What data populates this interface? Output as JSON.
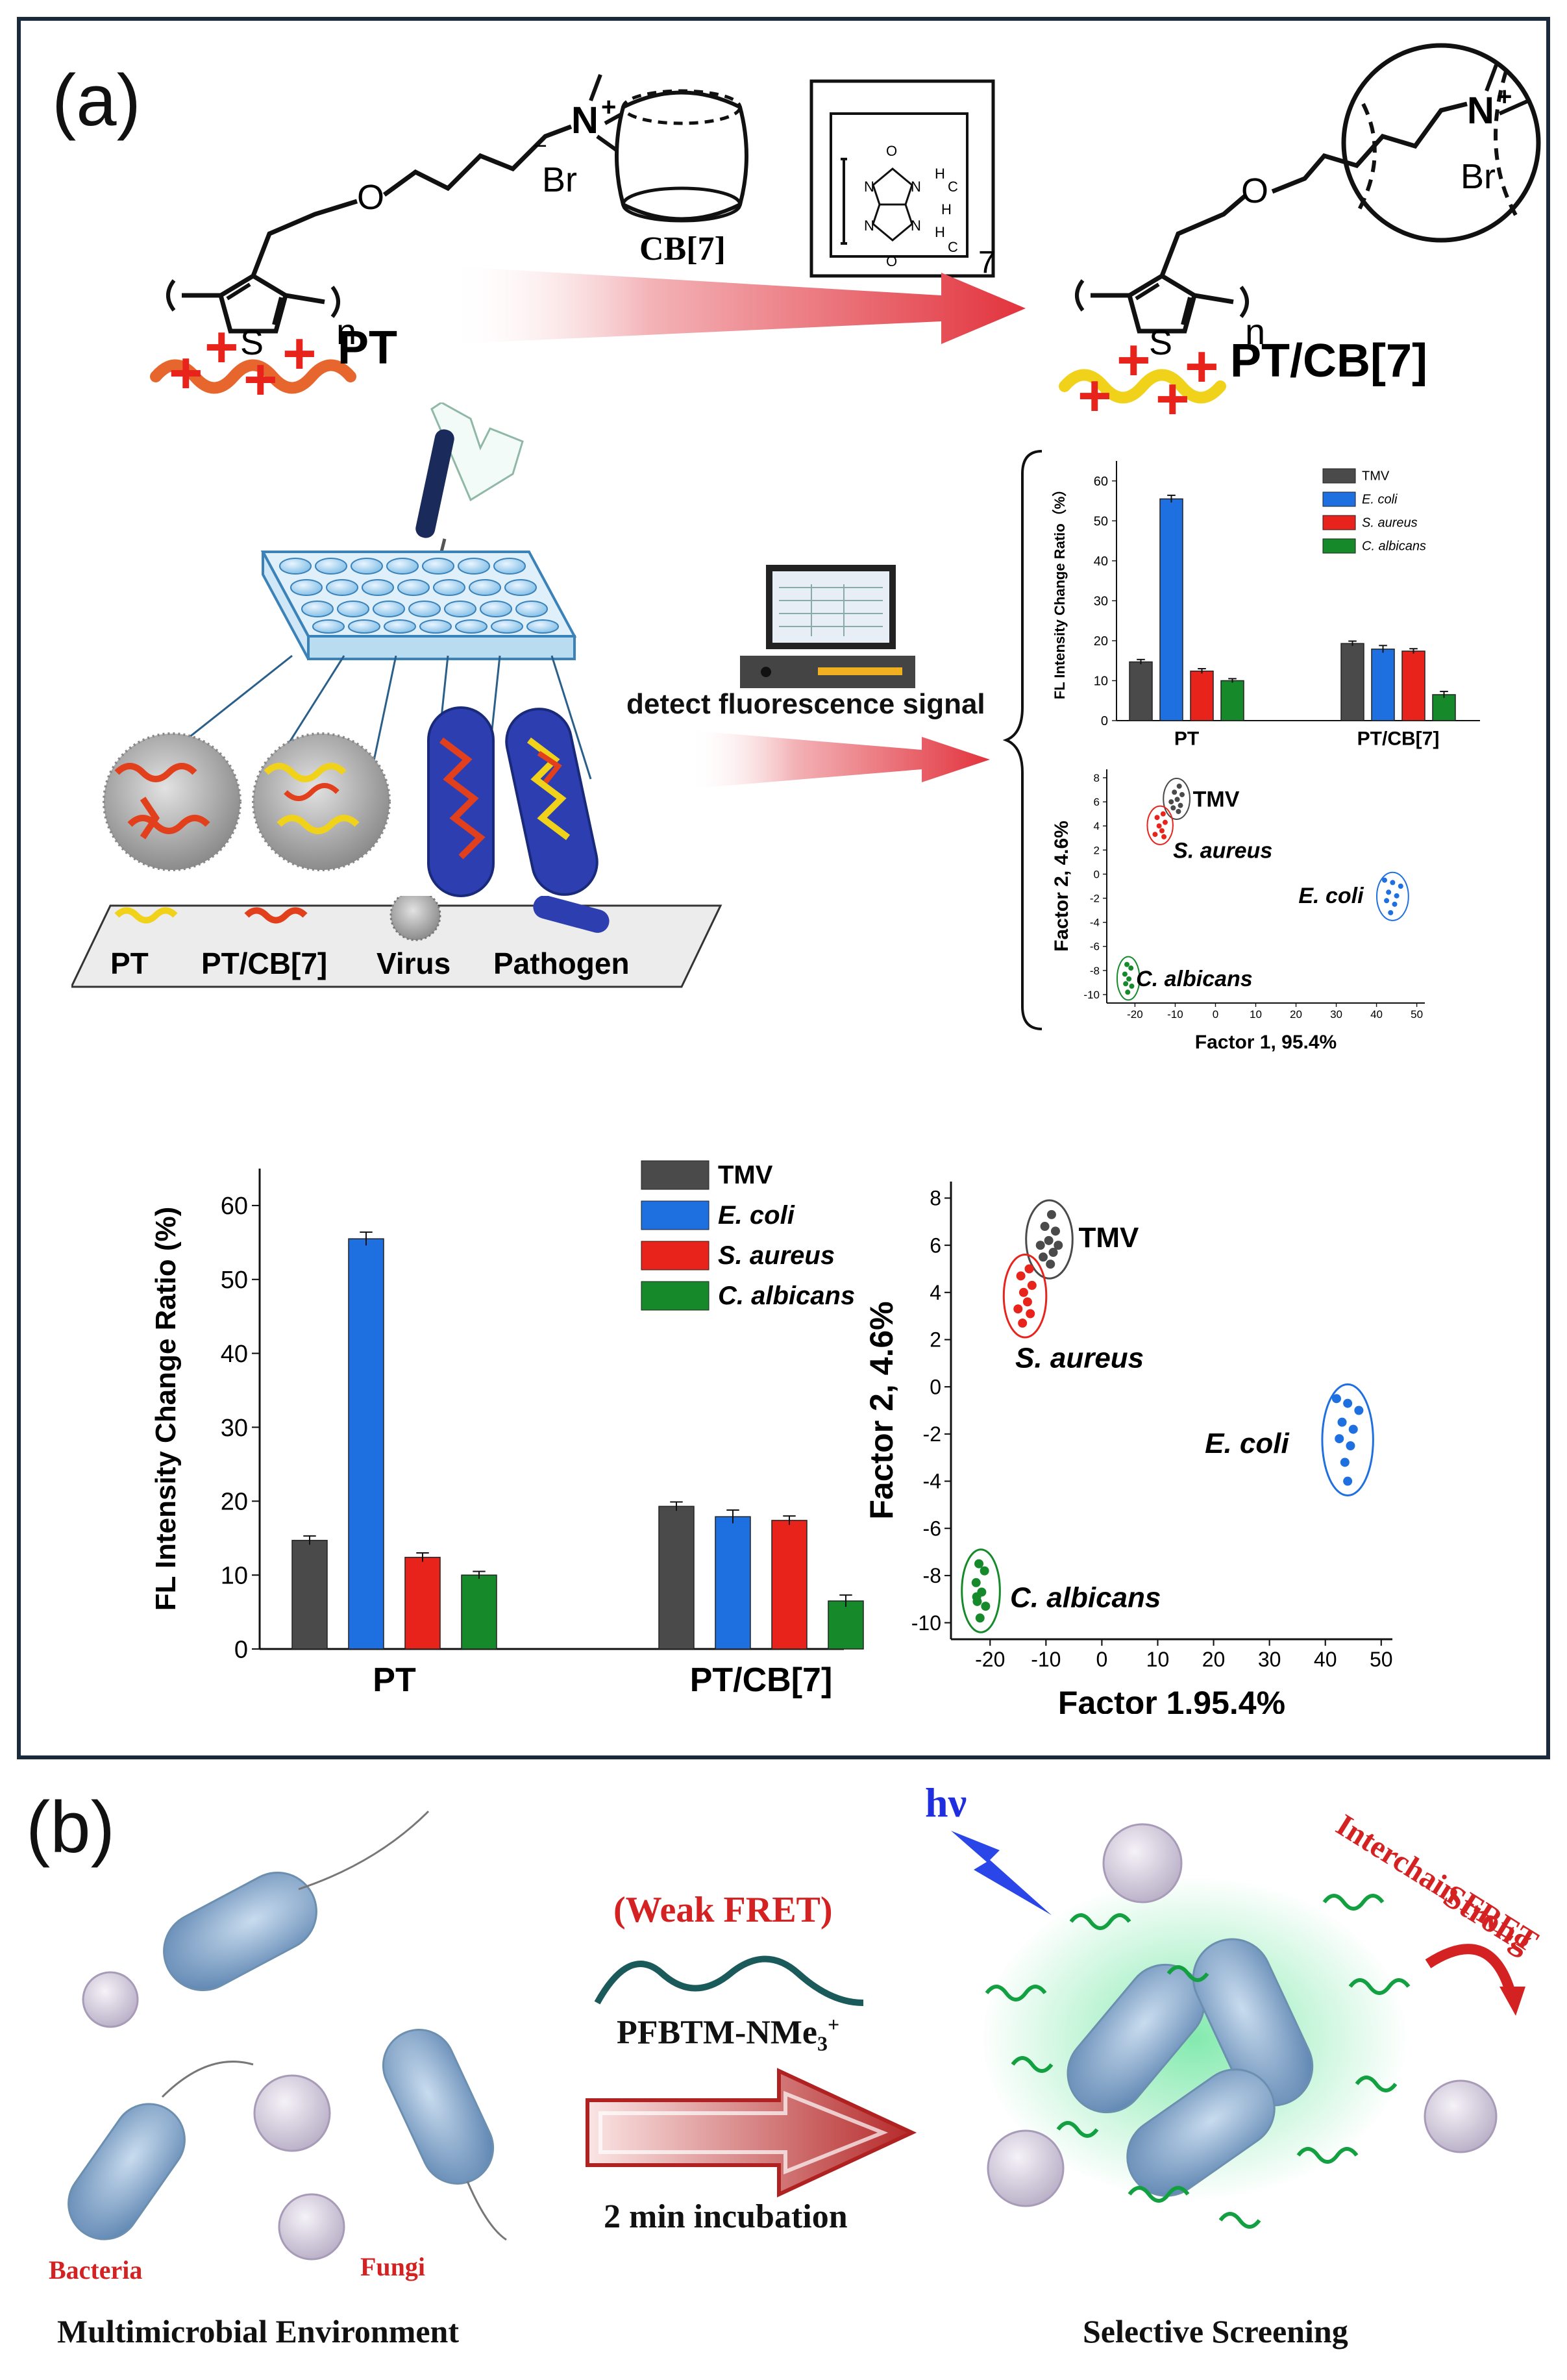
{
  "panel_a": {
    "label": "(a)",
    "molecule_pt": {
      "name": "PT",
      "n_sub": "n",
      "atom_s": "S",
      "atom_o": "O",
      "atom_n": "N",
      "charge": "+",
      "counter_ion": "Br"
    },
    "cb7": {
      "label": "CB[7]",
      "repeat": "7",
      "atom_n": "N",
      "atom_o": "O",
      "atom_h": "H",
      "atom_c": "C"
    },
    "molecule_ptcb": {
      "name": "PT/CB[7]",
      "n_sub": "n",
      "atom_s": "S",
      "atom_o": "O",
      "atom_n": "N",
      "charge": "+",
      "counter_ion": "Br"
    },
    "detect_text": "detect fluorescence signal",
    "legend_strip": {
      "items": [
        "PT",
        "PT/CB[7]",
        "Virus",
        "Pathogen"
      ]
    }
  },
  "panel_b": {
    "label": "(b)",
    "hv": "hν",
    "weak_fret": "(Weak FRET)",
    "polymer_base": "PFBTM-NMe",
    "polymer_sub": "3",
    "polymer_sup": "+",
    "incubation": "2 min incubation",
    "bacteria": "Bacteria",
    "fungi": "Fungi",
    "strong_fret_line1": "Strong",
    "strong_fret_line2": "Interchain FRET",
    "left_caption": "Multimicrobial Environment",
    "right_caption": "Selective Screening"
  },
  "colors": {
    "TMV": "#4a4a4a",
    "E. coli": "#1e6fe0",
    "S. aureus": "#e8231b",
    "C. albicans": "#168a2a",
    "frame": "#1a2a3a",
    "arrow": "#e2333d",
    "fret_red": "#d42222"
  },
  "chart_data": [
    {
      "type": "bar",
      "categories": [
        "PT",
        "PT/CB[7]"
      ],
      "series": [
        {
          "name": "TMV",
          "values": [
            14.7,
            19.3
          ],
          "errors": [
            0.6,
            0.6
          ]
        },
        {
          "name": "E. coli",
          "values": [
            55.5,
            17.9
          ],
          "errors": [
            0.9,
            0.9
          ]
        },
        {
          "name": "S. aureus",
          "values": [
            12.4,
            17.4
          ],
          "errors": [
            0.6,
            0.6
          ]
        },
        {
          "name": "C. albicans",
          "values": [
            10.0,
            6.5
          ],
          "errors": [
            0.5,
            0.8
          ]
        }
      ],
      "ylabel": "FL Intensity Change Ratio (%)",
      "ylim": [
        0,
        65
      ],
      "yticks": [
        "0",
        "10",
        "20",
        "30",
        "40",
        "50",
        "60"
      ],
      "legend": "top-right"
    },
    {
      "type": "scatter",
      "series": [
        {
          "name": "TMV",
          "label": "TMV",
          "points": [
            [
              -9,
              7.3
            ],
            [
              -10.2,
              6.8
            ],
            [
              -8.3,
              6.6
            ],
            [
              -9.5,
              6.2
            ],
            [
              -11,
              6
            ],
            [
              -8.7,
              5.7
            ],
            [
              -10.5,
              5.5
            ],
            [
              -9.2,
              5.2
            ],
            [
              -7.8,
              6
            ]
          ]
        },
        {
          "name": "S. aureus",
          "label": "S. aureus",
          "points": [
            [
              -13,
              5
            ],
            [
              -14.5,
              4.7
            ],
            [
              -12.5,
              4.3
            ],
            [
              -14,
              4
            ],
            [
              -13.3,
              3.6
            ],
            [
              -15,
              3.3
            ],
            [
              -12.8,
              3.1
            ],
            [
              -14.2,
              2.7
            ]
          ]
        },
        {
          "name": "E. coli",
          "label": "E. coli",
          "points": [
            [
              42,
              -0.5
            ],
            [
              44,
              -0.7
            ],
            [
              46,
              -1
            ],
            [
              43,
              -1.5
            ],
            [
              45,
              -1.8
            ],
            [
              42.5,
              -2.2
            ],
            [
              44.5,
              -2.5
            ],
            [
              43.5,
              -3.2
            ],
            [
              44,
              -4
            ]
          ]
        },
        {
          "name": "C. albicans",
          "label": "C. albicans",
          "points": [
            [
              -22,
              -7.5
            ],
            [
              -21,
              -7.8
            ],
            [
              -22.5,
              -8.3
            ],
            [
              -21.5,
              -8.7
            ],
            [
              -22.3,
              -9.1
            ],
            [
              -20.8,
              -9.3
            ],
            [
              -21.8,
              -9.8
            ],
            [
              -22.4,
              -8.9
            ]
          ]
        }
      ],
      "xlabel": "Factor 1,95.4%",
      "ylabel": "Factor 2, 4.6%",
      "xlim": [
        -27,
        52
      ],
      "ylim": [
        -10.7,
        8.7
      ],
      "xticks": [
        "-20",
        "-10",
        "0",
        "10",
        "20",
        "30",
        "40",
        "50"
      ],
      "yticks": [
        "8",
        "6",
        "4",
        "2",
        "0",
        "-2",
        "-4",
        "-6",
        "-8",
        "-10"
      ]
    },
    {
      "type": "bar",
      "categories": [
        "PT",
        "PT/CB[7]"
      ],
      "series": [
        {
          "name": "TMV",
          "values": [
            14.7,
            19.3
          ],
          "errors": [
            0.6,
            0.6
          ]
        },
        {
          "name": "E. coli",
          "values": [
            55.5,
            17.9
          ],
          "errors": [
            0.9,
            0.9
          ]
        },
        {
          "name": "S. aureus",
          "values": [
            12.4,
            17.4
          ],
          "errors": [
            0.6,
            0.6
          ]
        },
        {
          "name": "C. albicans",
          "values": [
            10.0,
            6.5
          ],
          "errors": [
            0.5,
            0.8
          ]
        }
      ],
      "ylabel": "FL Intensity Change Ratio（%）",
      "ylim": [
        0,
        65
      ],
      "yticks": [
        "0",
        "10",
        "20",
        "30",
        "40",
        "50",
        "60"
      ],
      "legend": "top-right"
    },
    {
      "type": "scatter",
      "series": [
        {
          "name": "TMV",
          "label": "TMV",
          "points": [
            [
              -9,
              7.3
            ],
            [
              -10.2,
              6.8
            ],
            [
              -8.3,
              6.6
            ],
            [
              -9.5,
              6.2
            ],
            [
              -11,
              6
            ],
            [
              -8.7,
              5.7
            ],
            [
              -10.5,
              5.5
            ],
            [
              -9.2,
              5.2
            ]
          ]
        },
        {
          "name": "S. aureus",
          "label": "S. aureus",
          "points": [
            [
              -13,
              5
            ],
            [
              -14.5,
              4.7
            ],
            [
              -12.5,
              4.3
            ],
            [
              -14,
              4
            ],
            [
              -13.3,
              3.6
            ],
            [
              -15,
              3.3
            ],
            [
              -12.8,
              3.1
            ]
          ]
        },
        {
          "name": "E. coli",
          "label": "E. coli",
          "points": [
            [
              42,
              -0.5
            ],
            [
              44,
              -0.7
            ],
            [
              46,
              -1
            ],
            [
              43,
              -1.5
            ],
            [
              45,
              -1.8
            ],
            [
              42.5,
              -2.2
            ],
            [
              44.5,
              -2.5
            ],
            [
              43.5,
              -3.2
            ]
          ]
        },
        {
          "name": "C. albicans",
          "label": "C. albicans",
          "points": [
            [
              -22,
              -7.5
            ],
            [
              -21,
              -7.8
            ],
            [
              -22.5,
              -8.3
            ],
            [
              -21.5,
              -8.7
            ],
            [
              -22.3,
              -9.1
            ],
            [
              -20.8,
              -9.3
            ],
            [
              -21.8,
              -9.8
            ]
          ]
        }
      ],
      "xlabel": "Factor 1, 95.4%",
      "ylabel": "Factor 2, 4.6%",
      "xlim": [
        -27,
        52
      ],
      "ylim": [
        -10.7,
        8.7
      ],
      "xticks": [
        "-20",
        "-10",
        "0",
        "10",
        "20",
        "30",
        "40",
        "50"
      ],
      "yticks": [
        "8",
        "6",
        "4",
        "2",
        "0",
        "-2",
        "-4",
        "-6",
        "-8",
        "-10"
      ]
    }
  ]
}
